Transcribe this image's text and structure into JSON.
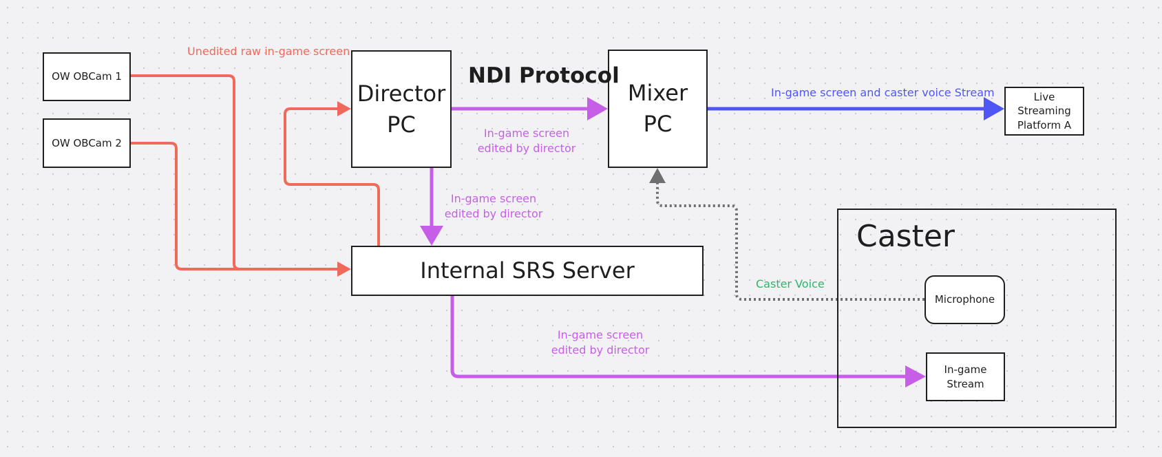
{
  "colors": {
    "raw_feed": "#ef6a5a",
    "edited_feed": "#c75ee8",
    "output_stream": "#5055f5",
    "voice_link": "#6f6f6f",
    "voice_label": "#2fb36b"
  },
  "nodes": {
    "cam1": "OW OBCam 1",
    "cam2": "OW OBCam 2",
    "director": "Director\nPC",
    "mixer": "Mixer\nPC",
    "srs": "Internal SRS Server",
    "platform": "Live Streaming\nPlatform A",
    "microphone": "Microphone",
    "ingame_stream": "In-game\nStream"
  },
  "caster_group": {
    "title": "Caster"
  },
  "heading": "NDI Protocol",
  "labels": {
    "raw": "Unedited raw in-game screen",
    "director_to_mixer": "In-game screen\nedited by director",
    "director_to_srs": "In-game screen\nedited by director",
    "srs_to_caster": "In-game screen\nedited by director",
    "output": "In-game screen  and caster voice Stream",
    "voice": "Caster  Voice"
  },
  "icons": {
    "arrowhead": "triangle-arrowhead-icon"
  }
}
